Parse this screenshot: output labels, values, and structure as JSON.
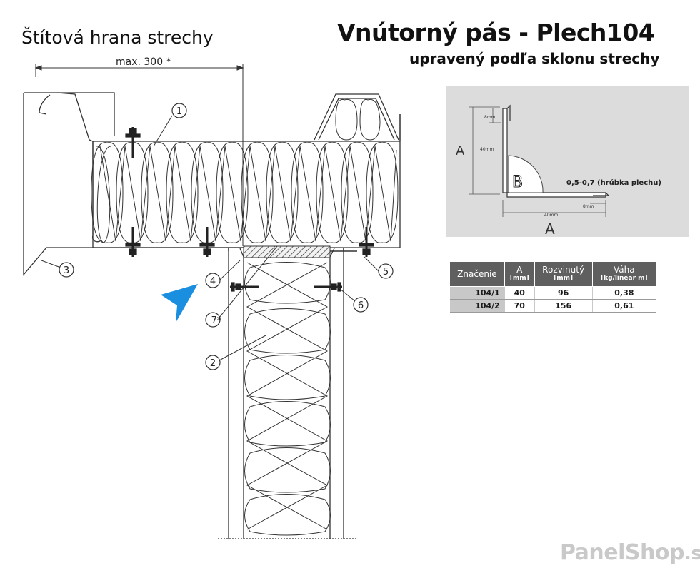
{
  "left_title": "Štítová hrana strechy",
  "main_title": "Vnútorný pás - Plech104",
  "sub_title": "upravený podľa sklonu strechy",
  "dimension_label": "max. 300 *",
  "callouts": [
    "1",
    "2",
    "3",
    "4",
    "5",
    "6",
    "7*"
  ],
  "profile": {
    "a_label": "A",
    "b_label": "B",
    "a_bottom_label": "A",
    "dim_8mm_top": "8mm",
    "dim_40mm_vertical": "40mm",
    "dim_40mm_horizontal": "40mm",
    "dim_8mm_bottom": "8mm",
    "thickness_note": "0,5-0,7 (hrúbka plechu)"
  },
  "table": {
    "headers": [
      {
        "label": "Značenie",
        "unit": ""
      },
      {
        "label": "A",
        "unit": "[mm]"
      },
      {
        "label": "Rozvinutý",
        "unit": "[mm]"
      },
      {
        "label": "Váha",
        "unit": "[kg/linear m]"
      }
    ],
    "rows": [
      [
        "104/1",
        "40",
        "96",
        "0,38"
      ],
      [
        "104/2",
        "70",
        "156",
        "0,61"
      ]
    ]
  },
  "brand": {
    "name": "PanelShop",
    "tld": ".sk"
  },
  "colors": {
    "arrow": "#1a8fe0",
    "profile_bg": "#dcdcdc",
    "header_bg": "#5f5f5f",
    "code_bg": "#c8c8c8"
  }
}
